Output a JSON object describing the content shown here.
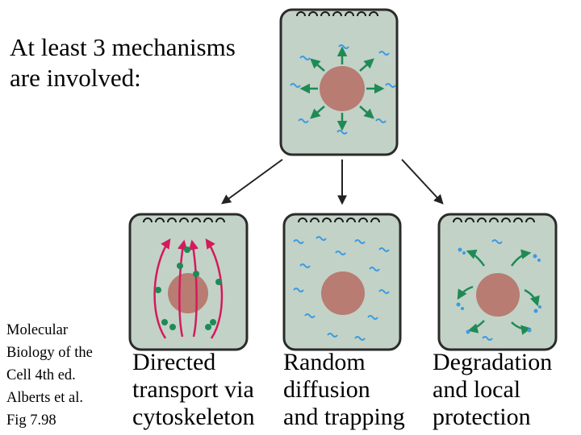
{
  "heading": "At least 3 mechanisms\nare involved:",
  "source_note": "Molecular\nBiology of the\nCell 4th ed.\nAlberts et al.\nFig 7.98",
  "mechanisms": [
    {
      "caption": "Directed\ntransport via\ncytoskeleton"
    },
    {
      "caption": "Random\ndiffusion\nand trapping"
    },
    {
      "caption": "Degradation\nand local\nprotection"
    }
  ],
  "colors": {
    "cell_fill": "#c2d2c7",
    "cell_border": "#2b2b2b",
    "nucleus": "#b87c72",
    "mrna": "#3d9be0",
    "arrow_green": "#1f8a55",
    "microtubule": "#d41a5d",
    "receptor": "#1a1a1a"
  }
}
